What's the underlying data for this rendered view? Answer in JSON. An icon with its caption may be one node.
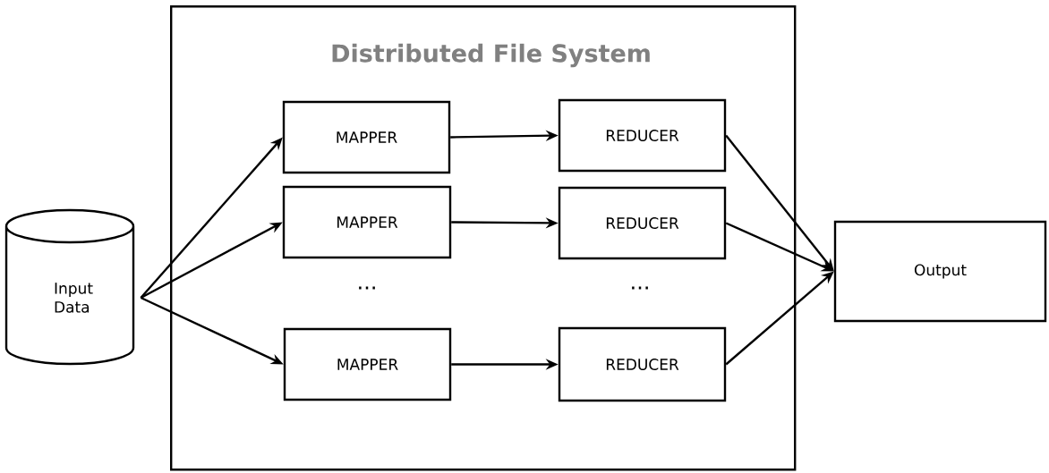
{
  "diagram": {
    "nodes": [
      {
        "text": [
          "Input Data"
        ]
      },
      {
        "text": [
          "Distributed File System"
        ]
      },
      {
        "text": [
          "MAPPER"
        ],
        "in": 1
      },
      {
        "text": [
          "REDUCER"
        ],
        "in": 1
      },
      {
        "text": [
          "MAPPER"
        ],
        "in": 1
      },
      {
        "text": [
          "REDUCER"
        ],
        "in": 1
      },
      {
        "text": [
          "MAPPER"
        ],
        "in": 1
      },
      {
        "text": [
          "REDUCER"
        ],
        "in": 1
      },
      {
        "text": [
          "Output"
        ]
      }
    ],
    "edges": [
      {
        "from": 0,
        "to": 2,
        "arrow": "to"
      },
      {
        "from": 0,
        "to": 4,
        "arrow": "to"
      },
      {
        "from": 0,
        "to": 6,
        "arrow": "to"
      },
      {
        "from": 2,
        "to": 3,
        "arrow": "to"
      },
      {
        "from": 4,
        "to": 5,
        "arrow": "to"
      },
      {
        "from": 6,
        "to": 7,
        "arrow": "to"
      },
      {
        "from": 3,
        "to": 8,
        "arrow": "to"
      },
      {
        "from": 5,
        "to": 8,
        "arrow": "to"
      },
      {
        "from": 7,
        "to": 8,
        "arrow": "to"
      }
    ],
    "labels": [
      "...",
      "..."
    ]
  }
}
